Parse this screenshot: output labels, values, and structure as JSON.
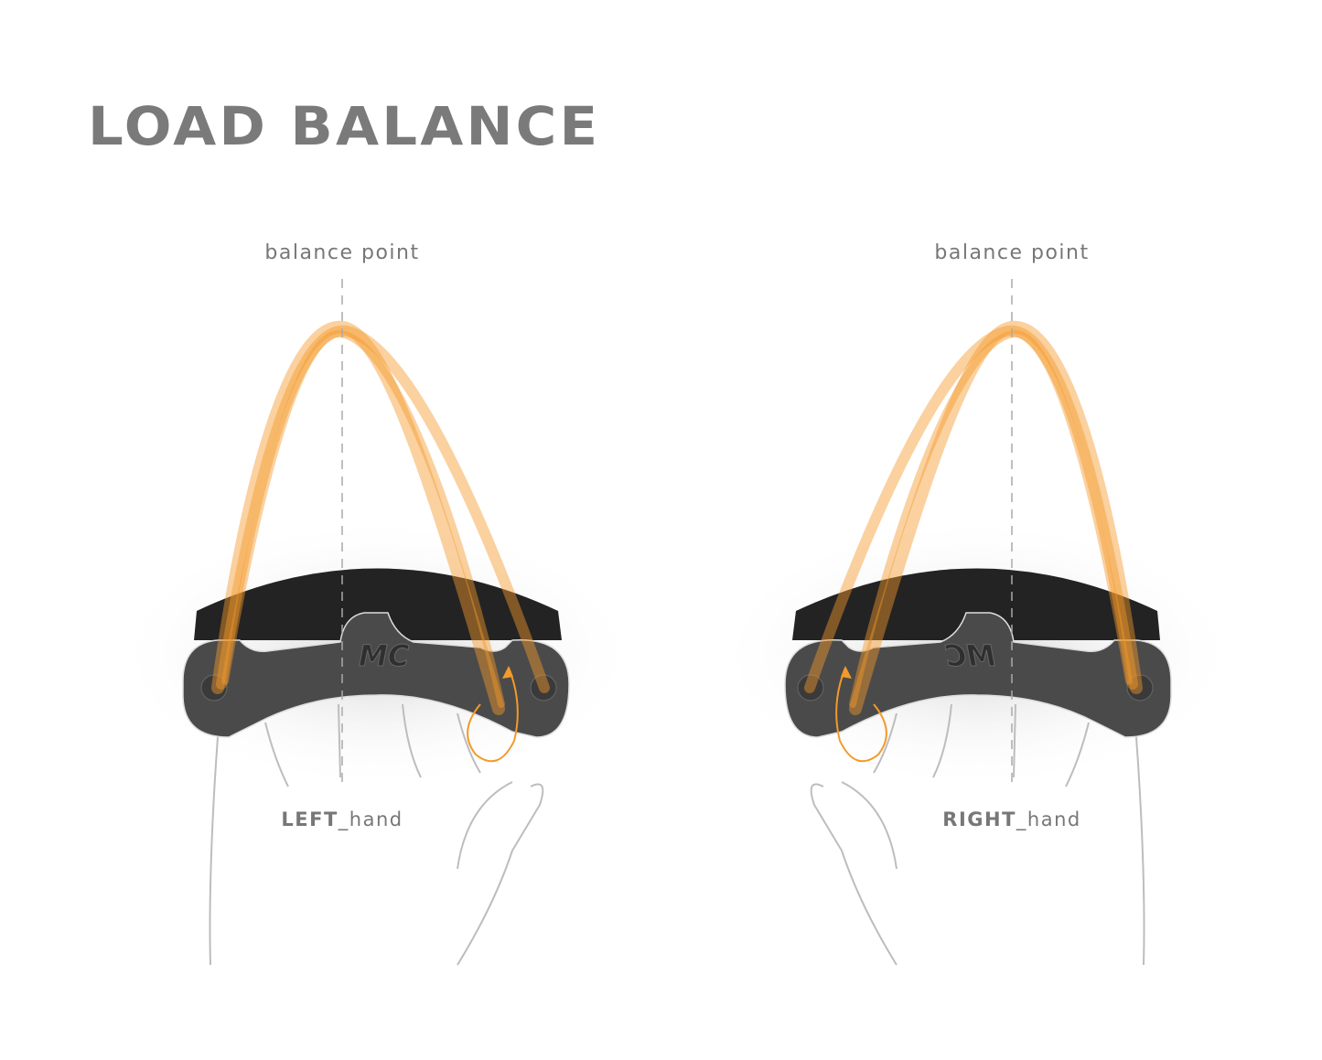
{
  "title": "LOAD BALANCE",
  "panels": [
    {
      "balance_label": "balance point",
      "hand_label_bold": "LEFT",
      "hand_label_rest": "_hand",
      "logo": "MC"
    },
    {
      "balance_label": "balance point",
      "hand_label_bold": "RIGHT",
      "hand_label_rest": "_hand",
      "logo": "MC"
    }
  ],
  "colors": {
    "accent": "#f39a2a",
    "title": "#7a7a7a",
    "device": "#4a4a4a",
    "device_back": "#232323"
  }
}
